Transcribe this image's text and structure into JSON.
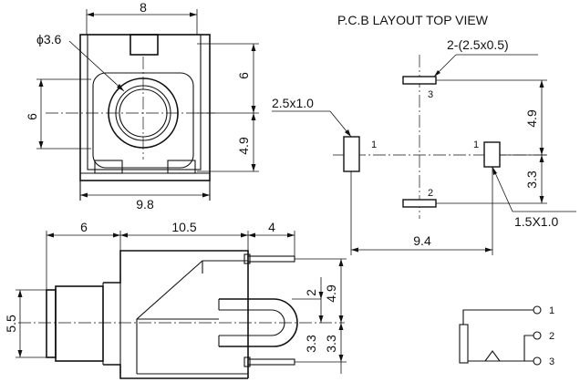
{
  "title": "P.C.B LAYOUT  TOP VIEW",
  "top_view": {
    "dim_width": "8",
    "dim_hole": "ϕ3.6",
    "dim_height_left": "6",
    "dim_right_upper": "6",
    "dim_right_lower": "4.9",
    "dim_bottom": "9.8"
  },
  "side_view": {
    "dim_left": "6",
    "dim_mid": "10.5",
    "dim_right": "4",
    "dim_height": "5.5",
    "dim_r1": "2",
    "dim_r2": "4.9",
    "dim_r3": "3.3"
  },
  "pcb_layout": {
    "pad_label_top": "2-(2.5x0.5)",
    "pad_label_left": "2.5x1.0",
    "pad_label_right": "1.5X1.0",
    "dim_upper": "4.9",
    "dim_lower": "3.3",
    "dim_width": "9.4",
    "pin_top": "3",
    "pin_left": "1",
    "pin_right": "1",
    "pin_bottom": "2"
  },
  "schematic": {
    "pin1": "1",
    "pin2": "2",
    "pin3": "3"
  }
}
